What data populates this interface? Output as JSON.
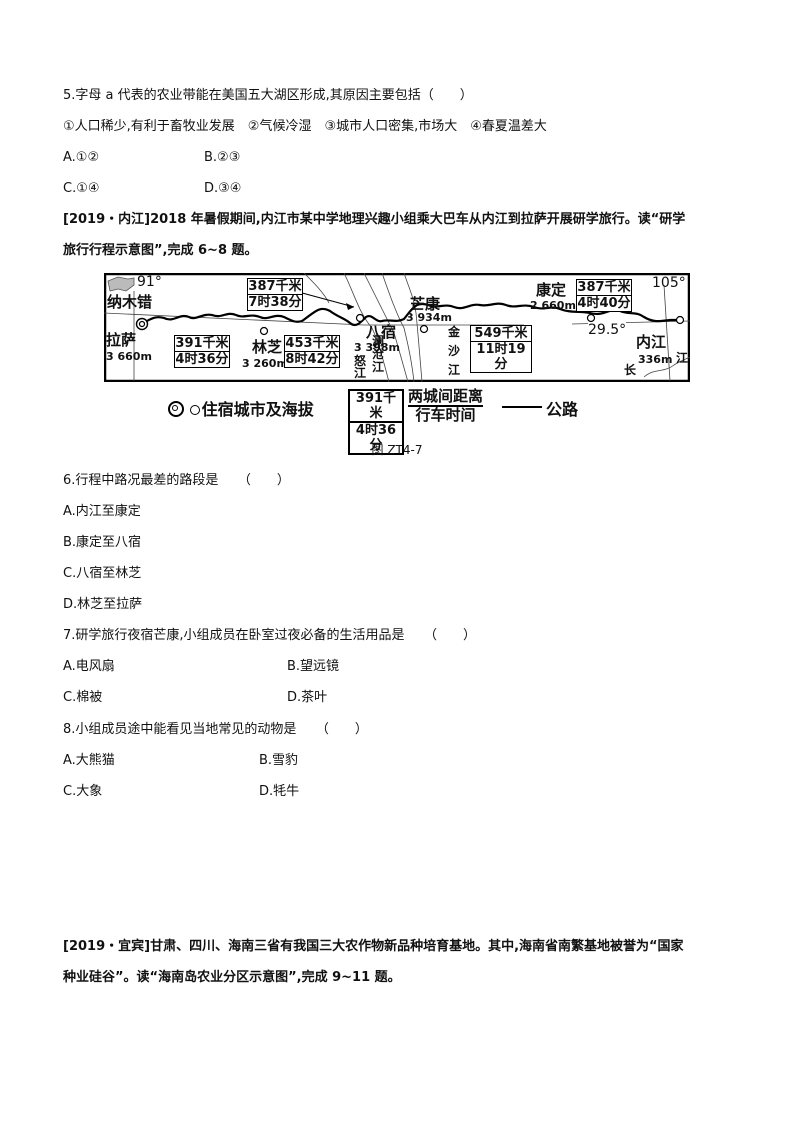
{
  "q5": {
    "stem": "5.字母 a 代表的农业带能在美国五大湖区形成,其原因主要包括（　　）",
    "statements": "①人口稀少,有利于畜牧业发展　②气候冷湿　③城市人口密集,市场大　④春夏温差大",
    "options": [
      {
        "label": "A.①②"
      },
      {
        "label": "B.②③"
      },
      {
        "label": "C.①④"
      },
      {
        "label": "D.③④"
      }
    ]
  },
  "intro1": {
    "line1": "[2019・内江]2018 年暑假期间,内江市某中学地理兴趣小组乘大巴车从内江到拉萨开展研学旅行。读“研学",
    "line2": "旅行行程示意图”,完成 6~8 题。"
  },
  "figure": {
    "caption": "图 ZT4-7",
    "map": {
      "longitude_left": "91°",
      "longitude_right": "105°",
      "latitude": "29.5°",
      "lake": "纳木错",
      "cities": [
        {
          "name": "拉萨",
          "altitude": "3 660m"
        },
        {
          "name": "林芝",
          "altitude": "3 260m"
        },
        {
          "name": "八宿",
          "altitude": "3 398m"
        },
        {
          "name": "芒康",
          "altitude": "3 934m"
        },
        {
          "name": "康定",
          "altitude": "2 660m"
        },
        {
          "name": "内江",
          "altitude": "336m"
        }
      ],
      "segments": [
        {
          "distance": "391千米",
          "time": "4时36分"
        },
        {
          "distance": "453千米",
          "time": "8时42分"
        },
        {
          "distance": "387千米",
          "time": "7时38分"
        },
        {
          "distance": "549千米",
          "time": "11时19分"
        },
        {
          "distance": "387千米",
          "time": "4时40分"
        }
      ],
      "rivers": {
        "nujiang": [
          "怒",
          "江"
        ],
        "lancang": [
          "澜",
          "沧",
          "江"
        ],
        "jinsha": [
          "金",
          "沙",
          "江"
        ],
        "changjiang": [
          "长",
          "江"
        ]
      }
    },
    "legend": {
      "cities": "住宿城市及海拔",
      "box_distance": "391千米",
      "box_time": "4时36分",
      "frac_top": "两城间距离",
      "frac_bottom": "行车时间",
      "road": "公路"
    }
  },
  "q6": {
    "stem": "6.行程中路况最差的路段是　　（　　）",
    "options": [
      {
        "label": "A.内江至康定"
      },
      {
        "label": "B.康定至八宿"
      },
      {
        "label": "C.八宿至林芝"
      },
      {
        "label": "D.林芝至拉萨"
      }
    ]
  },
  "q7": {
    "stem": "7.研学旅行夜宿芒康,小组成员在卧室过夜必备的生活用品是　　（　　）",
    "options": [
      {
        "label": "A.电风扇"
      },
      {
        "label": "B.望远镜"
      },
      {
        "label": "C.棉被"
      },
      {
        "label": "D.茶叶"
      }
    ]
  },
  "q8": {
    "stem": "8.小组成员途中能看见当地常见的动物是　　（　　）",
    "options": [
      {
        "label": "A.大熊猫"
      },
      {
        "label": "B.雪豹"
      },
      {
        "label": "C.大象"
      },
      {
        "label": "D.牦牛"
      }
    ]
  },
  "intro2": {
    "line1": "[2019・宜宾]甘肃、四川、海南三省有我国三大农作物新品种培育基地。其中,海南省南繁基地被誉为“国家",
    "line2": "种业硅谷”。读“海南岛农业分区示意图”,完成 9~11 题。"
  }
}
